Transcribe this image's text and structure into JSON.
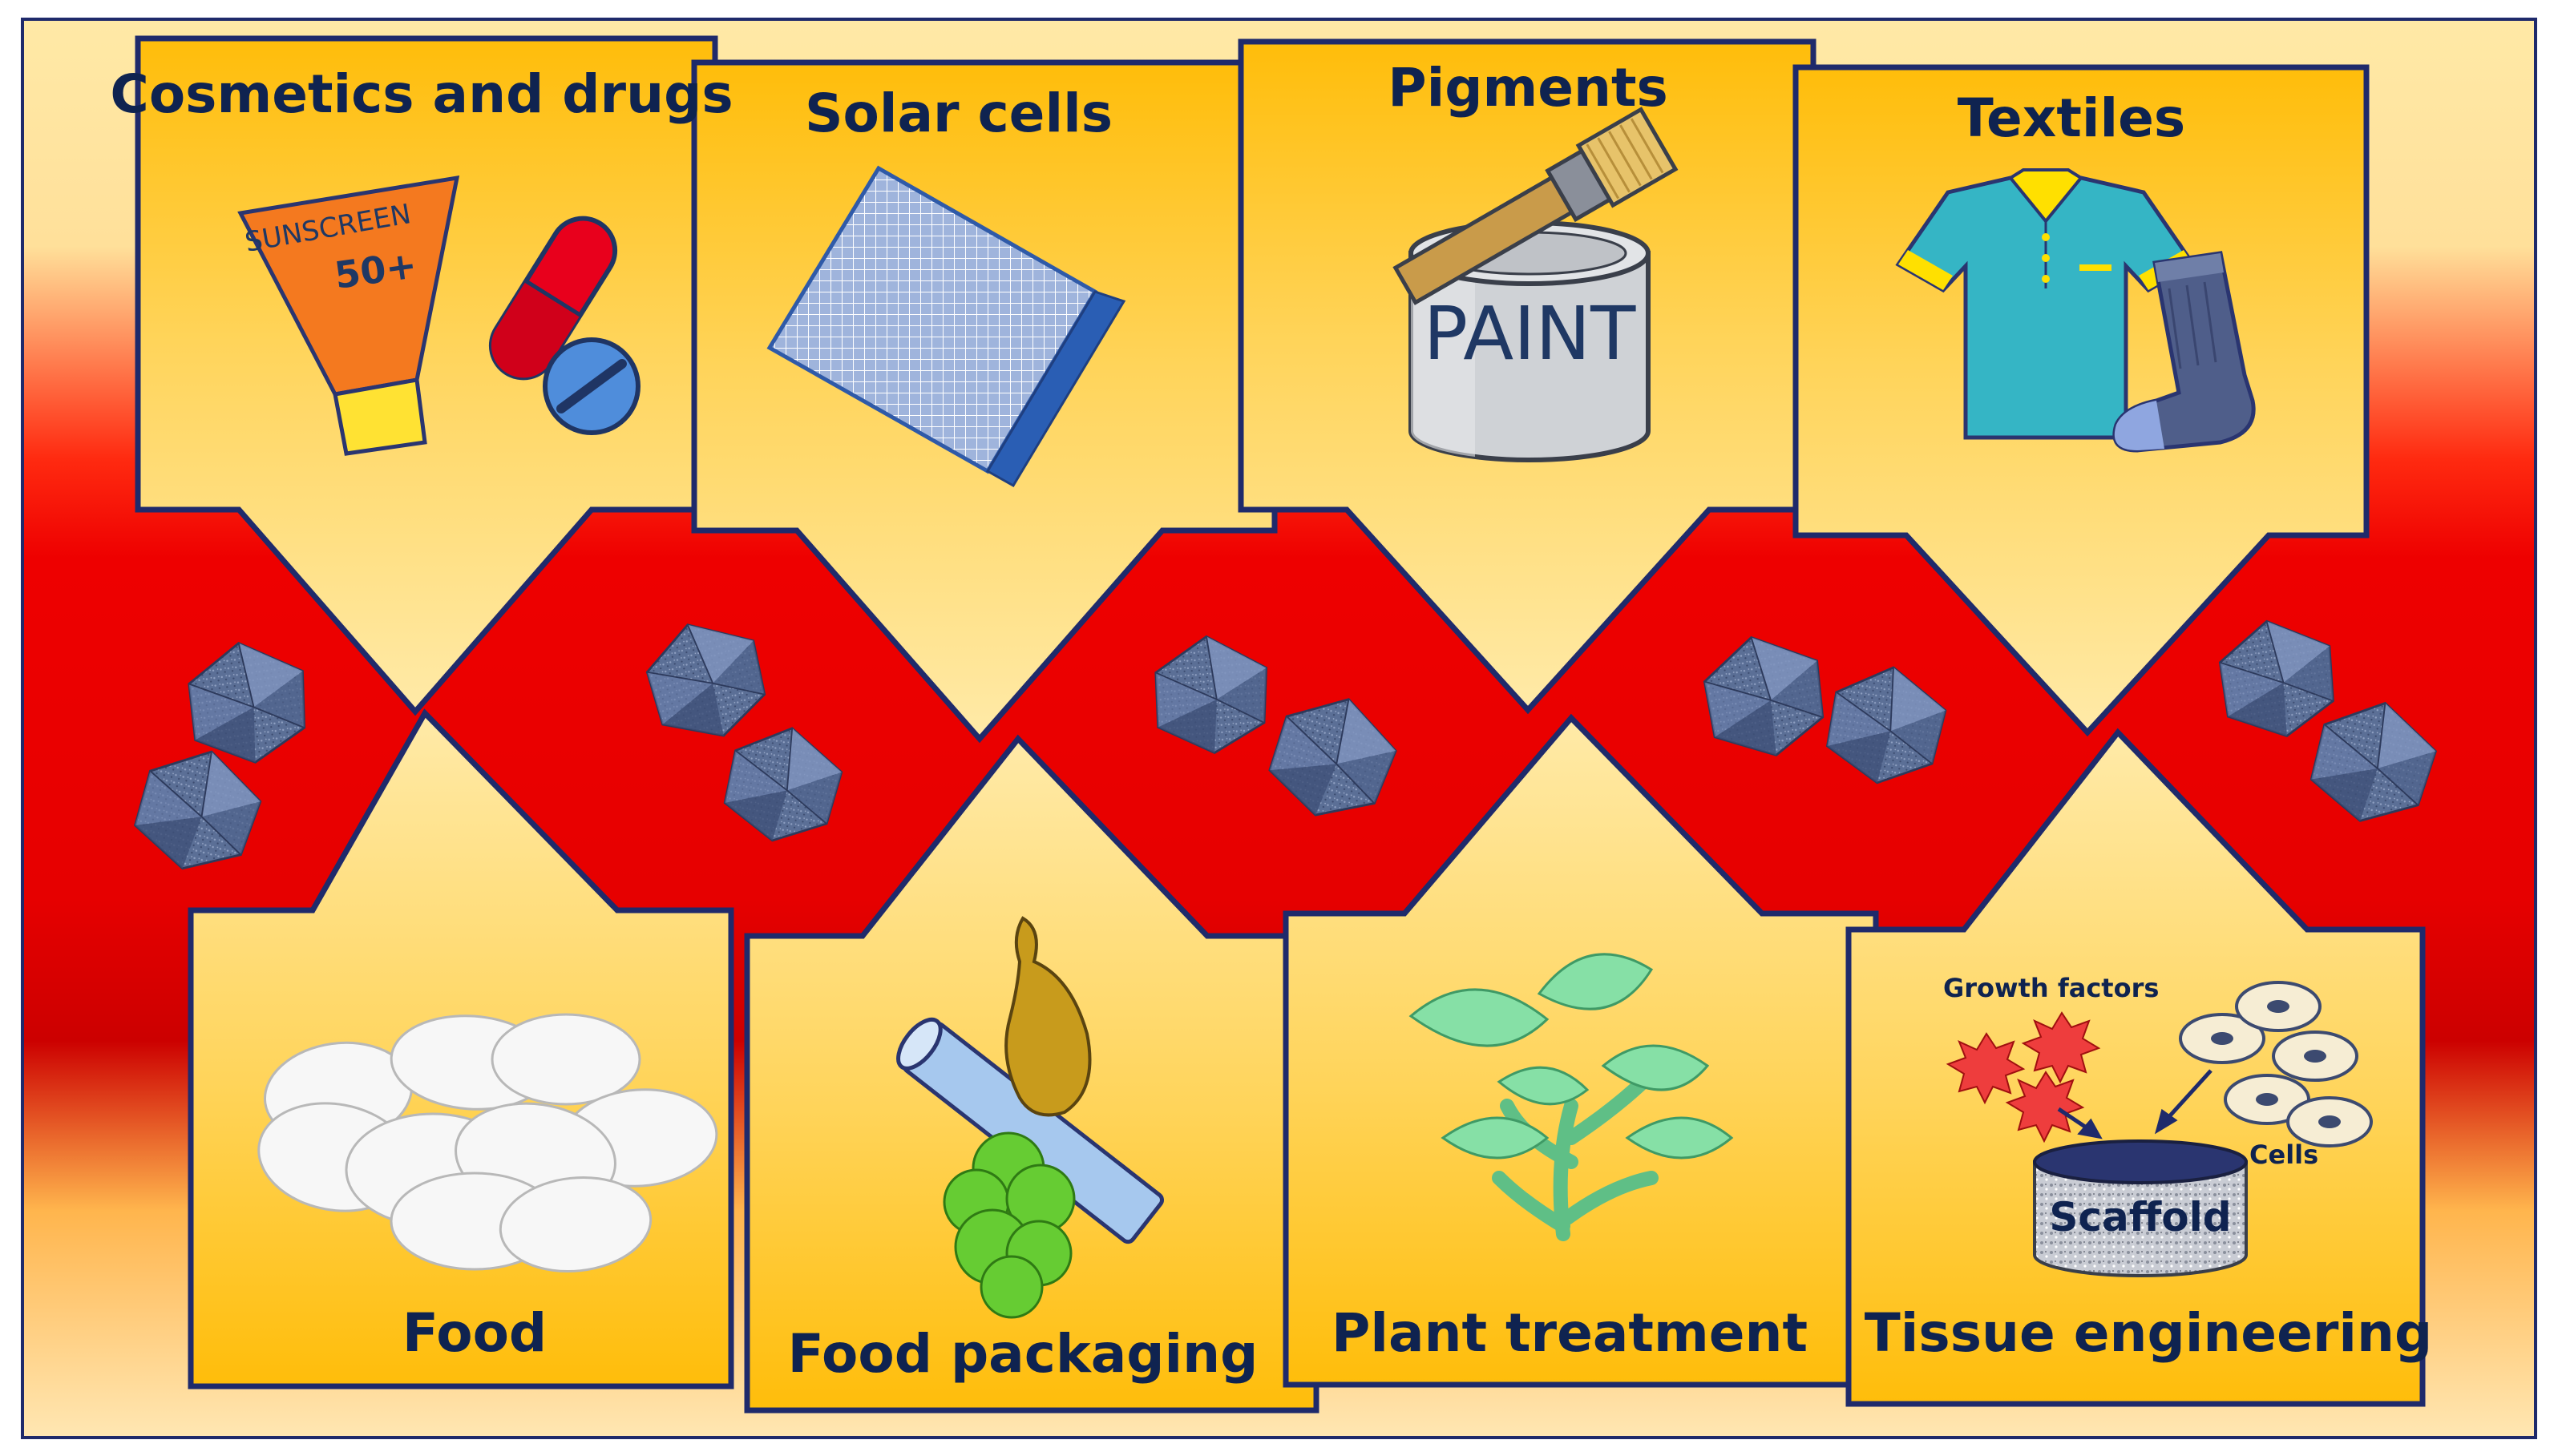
{
  "top_applications": [
    {
      "label": "Cosmetics and drugs",
      "icon": "sunscreen-and-pill-icon"
    },
    {
      "label": "Solar cells",
      "icon": "solar-panel-icon"
    },
    {
      "label": "Pigments",
      "icon": "paint-can-icon"
    },
    {
      "label": "Textiles",
      "icon": "shirt-and-sock-icon"
    }
  ],
  "bottom_applications": [
    {
      "label": "Food",
      "icon": "white-flakes-icon"
    },
    {
      "label": "Food packaging",
      "icon": "packaging-tube-icon"
    },
    {
      "label": "Plant treatment",
      "icon": "plant-leaves-icon"
    },
    {
      "label": "Tissue engineering",
      "icon": "scaffold-icon"
    }
  ],
  "sunscreen": {
    "brand": "SUNSCREEN",
    "spf": "50+"
  },
  "paint_can": {
    "label": "PAINT"
  },
  "tissue": {
    "growth_factors": "Growth factors",
    "cells": "Cells",
    "scaffold": "Scaffold"
  },
  "colors": {
    "band_red": "#e00000",
    "panel_fill": "#ffcc33",
    "panel_border": "#1f2a6b",
    "particle": "#5b6f96",
    "outer_border": "#1f2a6b"
  },
  "particle_icon": "octahedral-nanoparticle-icon"
}
